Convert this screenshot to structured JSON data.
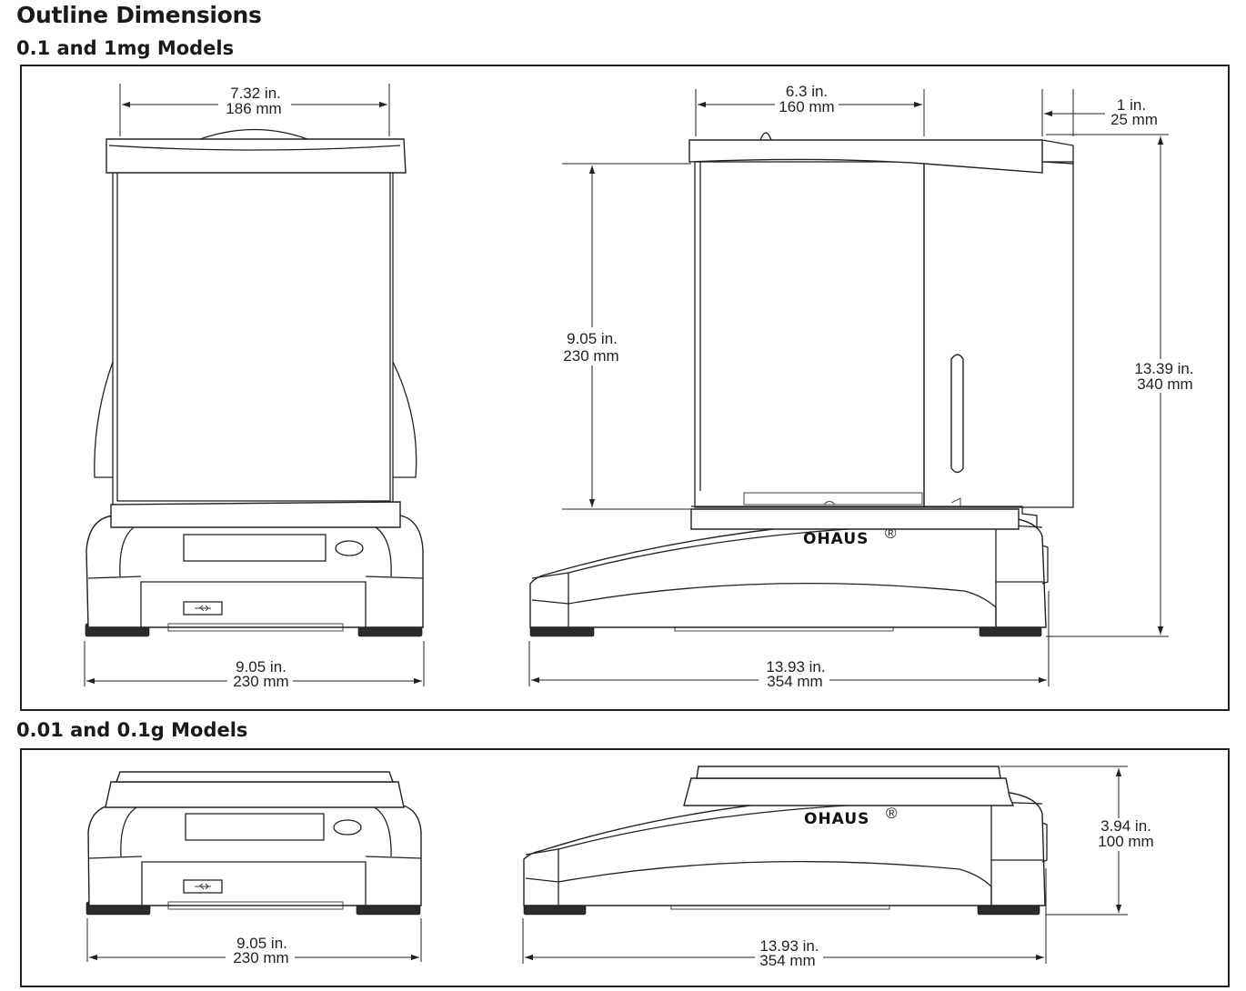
{
  "title": "Outline Dimensions",
  "sections": [
    {
      "heading": "0.1 and 1mg Models",
      "dims": {
        "top_width": {
          "in": "7.32 in.",
          "mm": "186 mm"
        },
        "chamber_depth": {
          "in": "6.3 in.",
          "mm": "160 mm"
        },
        "overhang": {
          "in": "1 in.",
          "mm": "25 mm"
        },
        "chamber_height": {
          "in": "9.05 in.",
          "mm": "230 mm"
        },
        "total_height": {
          "in": "13.39 in.",
          "mm": "340 mm"
        },
        "base_width": {
          "in": "9.05 in.",
          "mm": "230 mm"
        },
        "base_depth": {
          "in": "13.93 in.",
          "mm": "354 mm"
        }
      },
      "brand": "OHAUS"
    },
    {
      "heading": "0.01 and 0.1g Models",
      "dims": {
        "height": {
          "in": "3.94 in.",
          "mm": "100 mm"
        },
        "base_width": {
          "in": "9.05 in.",
          "mm": "230 mm"
        },
        "base_depth": {
          "in": "13.93 in.",
          "mm": "354 mm"
        }
      },
      "brand": "OHAUS"
    }
  ],
  "brand_mark": "®",
  "icons": [
    "arrow-icon",
    "usb-icon"
  ]
}
